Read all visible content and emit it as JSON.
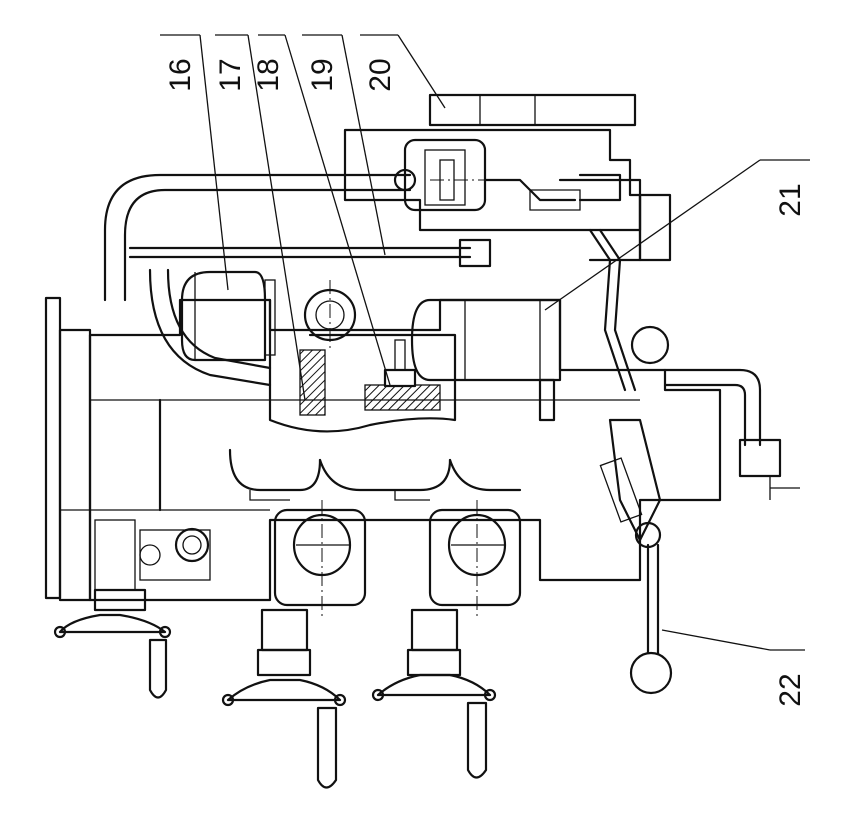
{
  "callouts": [
    {
      "id": "16",
      "label": "16"
    },
    {
      "id": "17",
      "label": "17"
    },
    {
      "id": "18",
      "label": "18"
    },
    {
      "id": "19",
      "label": "19"
    },
    {
      "id": "20",
      "label": "20"
    },
    {
      "id": "21",
      "label": "21"
    },
    {
      "id": "22",
      "label": "22"
    }
  ]
}
